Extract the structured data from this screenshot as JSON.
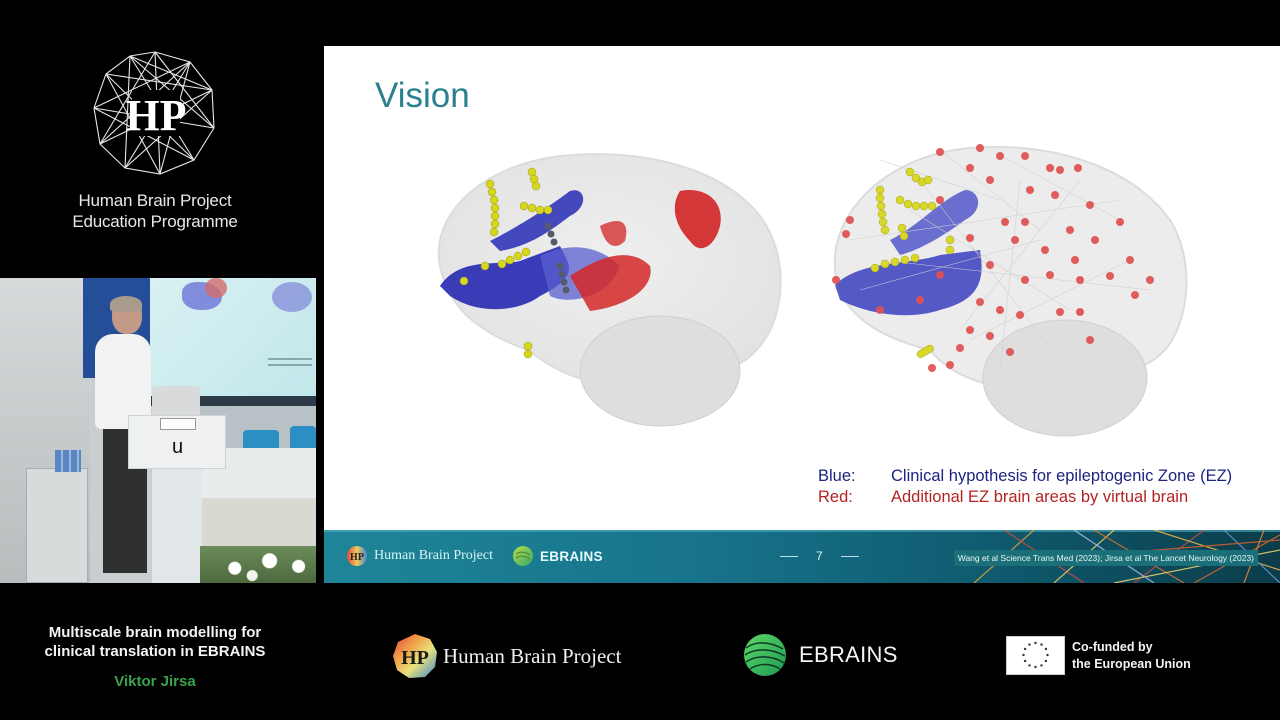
{
  "branding": {
    "hbp_education": {
      "line1": "Human Brain Project",
      "line2": "Education Programme",
      "logo_letters": "HP"
    }
  },
  "camera_feed": {
    "podium_logo": "u"
  },
  "slide": {
    "title": "Vision",
    "title_color": "#2b8090",
    "legend": [
      {
        "key": "Blue:",
        "text": "Clinical hypothesis for epileptogenic Zone (EZ)",
        "color": "#1d237f"
      },
      {
        "key": "Red:",
        "text": "Additional EZ brain areas by virtual brain",
        "color": "#b42323"
      }
    ],
    "footer": {
      "hbp_label": "Human Brain Project",
      "ebrains_label": "EBRAINS",
      "page_number": "7",
      "citation": "Wang et al Science Trans Med (2023); Jirsa et al The Lancet Neurology (2023)"
    }
  },
  "bottom_bar": {
    "talk_title_line1": "Multiscale brain modelling for",
    "talk_title_line2": "clinical translation in EBRAINS",
    "speaker": "Viktor Jirsa",
    "speaker_color": "#3aa24a",
    "hbp_label": "Human Brain Project",
    "ebrains_label": "EBRAINS",
    "eu_line1": "Co-funded by",
    "eu_line2": "the European Union"
  }
}
